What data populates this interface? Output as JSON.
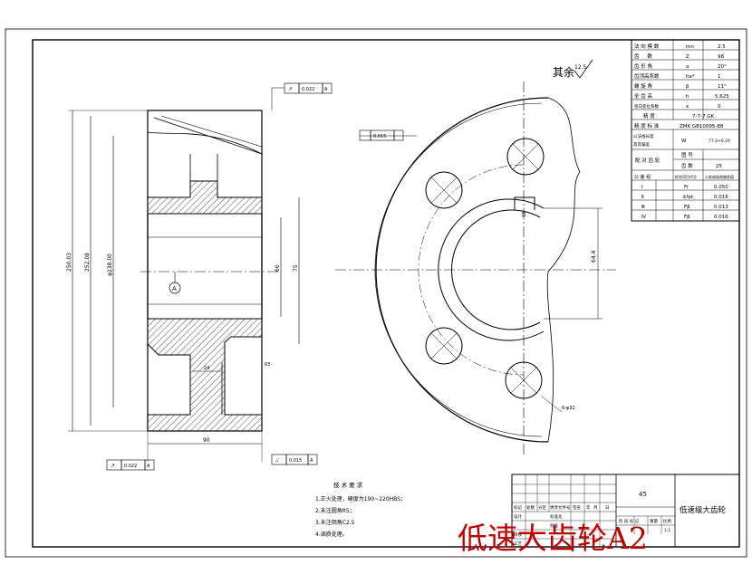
{
  "params": [
    {
      "label": "法 向 模 数",
      "sym": "mn",
      "val": "2.5"
    },
    {
      "label": "齿 　 数",
      "sym": "Z",
      "val": "98"
    },
    {
      "label": "齿 形 角",
      "sym": "α",
      "val": "20°"
    },
    {
      "label": "齿顶高系数",
      "sym": "ha*",
      "val": "1"
    },
    {
      "label": "螺 旋 角",
      "sym": "β",
      "val": "11°"
    },
    {
      "label": "全 齿 高",
      "sym": "h",
      "val": "5.625"
    },
    {
      "label": "径向变位系数",
      "sym": "x",
      "val": "0"
    }
  ],
  "accuracy": {
    "label": "精 度",
    "val": "7-7-7 GK"
  },
  "standard": {
    "label": "精 度 标 准",
    "val": "ZMK GB10095-88"
  },
  "common_normal": {
    "label1": "公法线长度",
    "label2": "及其偏差",
    "sym": "W",
    "val": "77.4+0.24"
  },
  "mating": {
    "label": "配 对 齿 轮",
    "row1": "图 号",
    "row2": "齿 数",
    "teeth": "25"
  },
  "tolerance_header": {
    "c1": "公 差 组",
    "c2": "检验项目代号",
    "c3": "公差或极限偏差值"
  },
  "tolerances": [
    {
      "group": "Ⅰ",
      "item": "Fr",
      "val": "0.050"
    },
    {
      "group": "Ⅱ",
      "item": "±fpt",
      "val": "0.016"
    },
    {
      "group": "Ⅲ",
      "item": "Fβ",
      "val": "0.013"
    },
    {
      "group": "Ⅳ",
      "item": "Fβ",
      "val": "0.016"
    }
  ],
  "roughness_note": "其余",
  "roughness_value": "12.5",
  "tech_req": {
    "title": "技 术 要 求",
    "items": [
      "1.正火处理，硬度为190~220HBS；",
      "2.未注圆角R5；",
      "3.未注倒角C2.5",
      "4.调质处理。"
    ]
  },
  "title_block": {
    "material": "45",
    "name": "低速级大齿轮",
    "headers": [
      "标记",
      "处数",
      "分区",
      "更改文件号",
      "签名",
      "年",
      "月",
      "日"
    ],
    "row_labels": [
      "设计",
      "审核",
      "工艺"
    ],
    "mid": [
      "标准化",
      "批准"
    ],
    "stage": [
      "阶 段 标 记",
      "重量",
      "比例"
    ],
    "scale": "1:1"
  },
  "dims": {
    "od": "250.03",
    "d2": "252.08",
    "d3": "φ238.00",
    "bore": "60",
    "hub": "75",
    "width": "90",
    "web": "24",
    "keyway": "18",
    "keydepth": "64.4",
    "holes": "6-φ32",
    "r": "R5"
  },
  "gdt": [
    {
      "sym": "↗",
      "val": "0.022",
      "ref": "A"
    },
    {
      "sym": "↗",
      "val": "0.022",
      "ref": "A"
    },
    {
      "sym": "⌰",
      "val": "0.015",
      "ref": "A"
    }
  ],
  "datum": "A",
  "watermark": "低速大齿轮A2"
}
